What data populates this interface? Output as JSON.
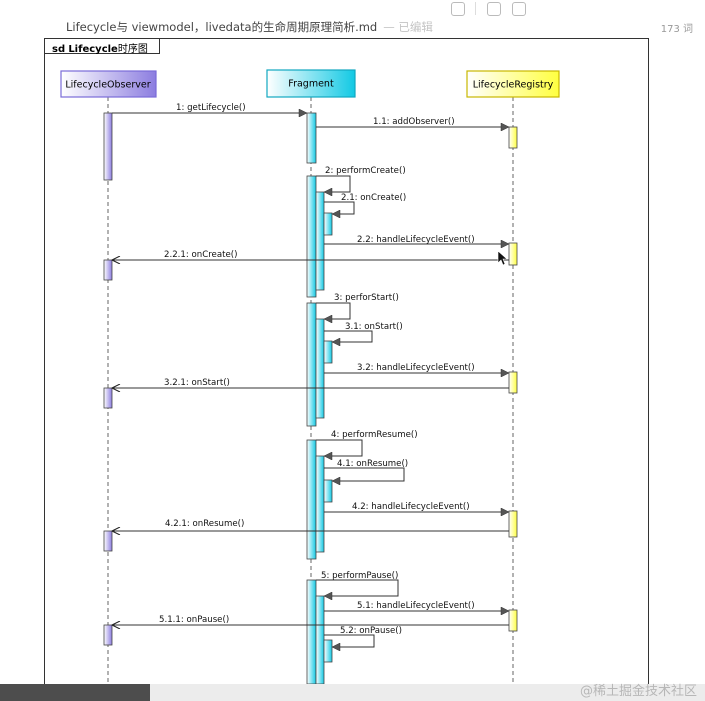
{
  "document": {
    "title": "Lifecycle与 viewmodel，livedata的生命周期原理简析.md",
    "title_suffix": "— 已编辑",
    "word_count": "173 词"
  },
  "frame": {
    "keyword": "sd",
    "name": "Lifecycle",
    "name_suffix": "时序图"
  },
  "colors": {
    "observer": "#c9c2f2",
    "fragment": "#3fdcf0",
    "registry": "#ffff66"
  },
  "participants": [
    {
      "name": "LifecycleObserver"
    },
    {
      "name": "Fragment"
    },
    {
      "name": "LifecycleRegistry"
    }
  ],
  "messages": [
    {
      "label": "1: getLifecycle()"
    },
    {
      "label": "1.1: addObserver()"
    },
    {
      "label": "2: performCreate()"
    },
    {
      "label": "2.1: onCreate()"
    },
    {
      "label": "2.2: handleLifecycleEvent()"
    },
    {
      "label": "2.2.1: onCreate()"
    },
    {
      "label": "3: perforStart()"
    },
    {
      "label": "3.1: onStart()"
    },
    {
      "label": "3.2: handleLifecycleEvent()"
    },
    {
      "label": "3.2.1: onStart()"
    },
    {
      "label": "4: performResume()"
    },
    {
      "label": "4.1: onResume()"
    },
    {
      "label": "4.2: handleLifecycleEvent()"
    },
    {
      "label": "4.2.1: onResume()"
    },
    {
      "label": "5: performPause()"
    },
    {
      "label": "5.1: handleLifecycleEvent()"
    },
    {
      "label": "5.1.1: onPause()"
    },
    {
      "label": "5.2: onPause()"
    }
  ],
  "watermark": "@稀土掘金技术社区"
}
